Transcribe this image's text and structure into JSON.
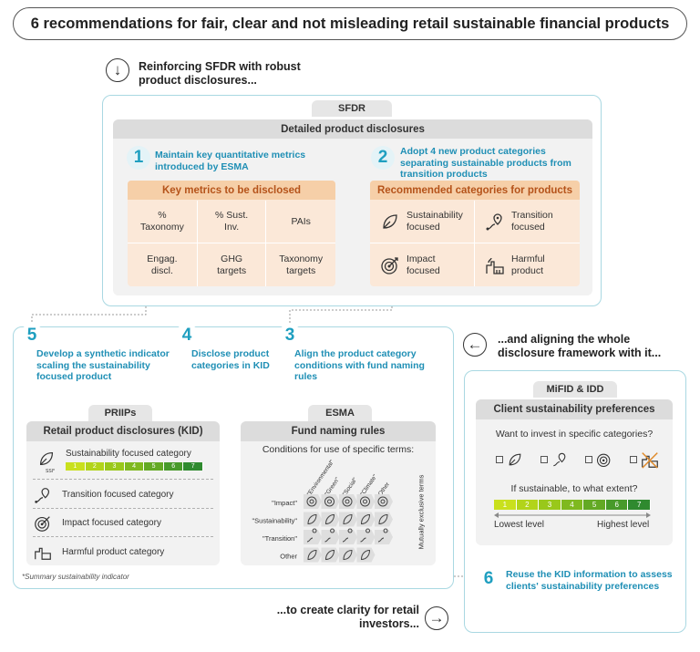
{
  "title": "6 recommendations for fair, clear and not misleading retail sustainable financial products",
  "reinforce_text": "Reinforcing SFDR with robust product disclosures...",
  "aligning_text": "...and aligning the whole disclosure framework with it...",
  "clarity_text": "...to create clarity for retail investors...",
  "sfdr": {
    "tab": "SFDR",
    "header": "Detailed product disclosures",
    "rec1": {
      "num": "1",
      "text": "Maintain key quantitative metrics introduced by ESMA"
    },
    "rec2": {
      "num": "2",
      "text": "Adopt 4 new product categories separating sustainable products from transition products"
    },
    "metrics_head": "Key metrics to be disclosed",
    "metrics": [
      "% Taxonomy",
      "% Sust. Inv.",
      "PAIs",
      "Engag. discl.",
      "GHG targets",
      "Taxonomy targets"
    ],
    "categories_head": "Recommended categories for products",
    "categories": [
      "Sustainability focused",
      "Transition focused",
      "Impact focused",
      "Harmful product"
    ]
  },
  "rec5": {
    "num": "5",
    "text": "Develop a synthetic indicator scaling the sustainability focused product"
  },
  "rec4": {
    "num": "4",
    "text": "Disclose product categories in KID"
  },
  "rec3": {
    "num": "3",
    "text": "Align the product category conditions with fund naming rules"
  },
  "rec6": {
    "num": "6",
    "text": "Reuse the KID information to assess clients' sustainability preferences"
  },
  "priips": {
    "tab": "PRIIPs",
    "header": "Retail product disclosures (KID)",
    "ssi_label": "SSI*",
    "scale": [
      "1",
      "2",
      "3",
      "4",
      "5",
      "6",
      "7"
    ],
    "items": [
      "Sustainability focused category",
      "Transition focused category",
      "Impact focused category",
      "Harmful product category"
    ],
    "footnote": "*Summary sustainability indicator"
  },
  "esma": {
    "tab": "ESMA",
    "header": "Fund naming rules",
    "subtitle": "Conditions for use of specific terms:",
    "columns": [
      "\"Environmental\"",
      "\"Green\"",
      "\"Social\"",
      "\"Climate\"",
      "Other"
    ],
    "rows": [
      "\"Impact\"",
      "\"Sustainability\"",
      "\"Transition\"",
      "Other"
    ],
    "side_label": "Mutually exclusive terms"
  },
  "mifid": {
    "tab": "MiFID & IDD",
    "header": "Client sustainability preferences",
    "question1": "Want to invest in specific categories?",
    "question2": "If sustainable, to what extent?",
    "scale": [
      "1",
      "2",
      "3",
      "4",
      "5",
      "6",
      "7"
    ],
    "lowest": "Lowest level",
    "highest": "Highest level"
  },
  "colors": {
    "accent": "#1f9fc0",
    "orange": "#f6cfa8",
    "panel_border": "#a9d8e2"
  }
}
